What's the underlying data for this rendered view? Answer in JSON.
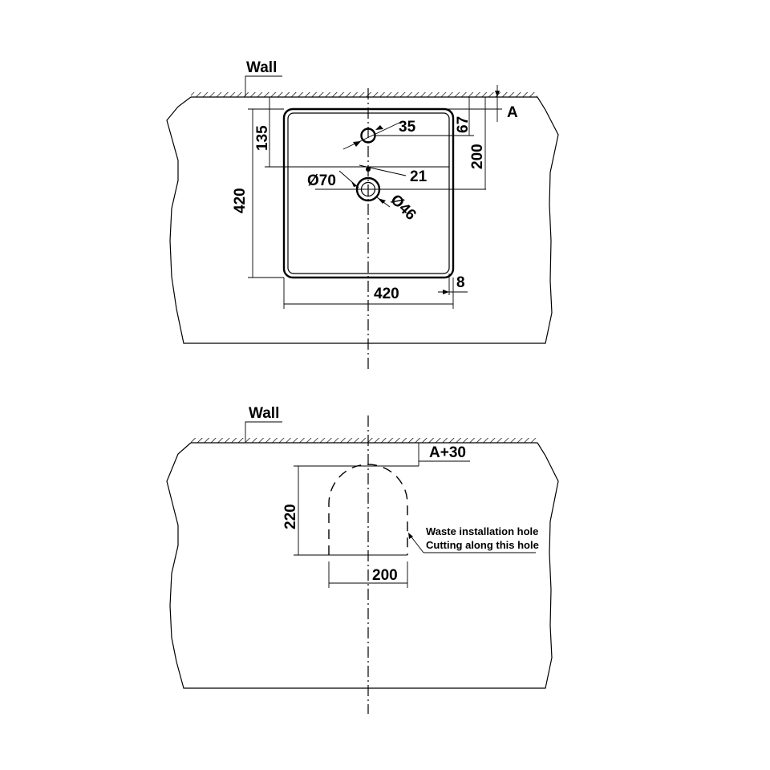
{
  "top_view": {
    "wall_label": "Wall",
    "ref_label": "A",
    "dimensions": {
      "tap_hole": "35",
      "tap_hole_offset": "67",
      "tap_to_wall": "135",
      "waste_to_wall": "200",
      "overflow": "21",
      "outer_waste": "Ø70",
      "inner_waste": "Ø46",
      "depth": "420",
      "width": "420",
      "rim": "8"
    }
  },
  "bottom_view": {
    "wall_label": "Wall",
    "ref_label": "A+30",
    "height": "220",
    "width": "200",
    "note_line1": "Waste installation hole",
    "note_line2": "Cutting along this hole"
  }
}
